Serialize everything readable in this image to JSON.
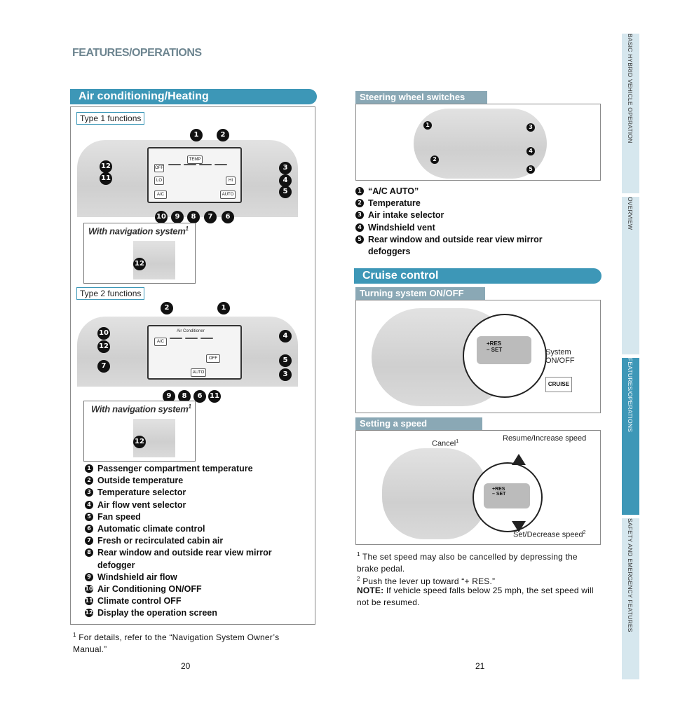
{
  "header": {
    "title": "FEATURES/OPERATIONS"
  },
  "left": {
    "banner": "Air conditioning/Heating",
    "type1_label": "Type 1 functions",
    "type2_label": "Type 2 functions",
    "nav_title": "With navigation system",
    "nav_sup": "1",
    "items": [
      {
        "n": "1",
        "text": "Passenger compartment temperature"
      },
      {
        "n": "2",
        "text": "Outside temperature"
      },
      {
        "n": "3",
        "text": "Temperature selector"
      },
      {
        "n": "4",
        "text": "Air flow vent selector"
      },
      {
        "n": "5",
        "text": "Fan speed"
      },
      {
        "n": "6",
        "text": "Automatic climate control"
      },
      {
        "n": "7",
        "text": "Fresh or recirculated cabin air"
      },
      {
        "n": "8",
        "text": "Rear window and outside rear view mirror defogger"
      },
      {
        "n": "9",
        "text": "Windshield air flow"
      },
      {
        "n": "10",
        "text": "Air Conditioning ON/OFF"
      },
      {
        "n": "11",
        "text": "Climate control OFF"
      },
      {
        "n": "12",
        "text": "Display the operation screen"
      }
    ],
    "footnote_sup": "1",
    "footnote": "For details, refer to the “Navigation System Owner’s Manual.”",
    "page": "20"
  },
  "right": {
    "steering_banner": "Steering wheel switches",
    "steering_items": [
      {
        "n": "1",
        "text": "“A/C AUTO”"
      },
      {
        "n": "2",
        "text": "Temperature"
      },
      {
        "n": "3",
        "text": "Air intake selector"
      },
      {
        "n": "4",
        "text": "Windshield vent"
      },
      {
        "n": "5",
        "text": "Rear window and outside rear view mirror defoggers"
      }
    ],
    "cruise_banner": "Cruise control",
    "turning_banner": "Turning system ON/OFF",
    "system_label": "System ON/OFF",
    "cruise_indicator": "CRUISE",
    "lever_res": "+RES",
    "lever_set": "– SET",
    "setting_banner": "Setting a speed",
    "resume_label": "Resume/Increase speed",
    "cancel_label": "Cancel",
    "cancel_sup": "1",
    "decrease_label": "Set/Decrease speed",
    "decrease_sup": "2",
    "note1_sup": "1",
    "note1": "The set speed may also be cancelled by depressing the brake pedal.",
    "note2_sup": "2",
    "note2": "Push the lever up toward “+ RES.”",
    "note3_label": "NOTE:",
    "note3": "If vehicle speed falls below 25 mph, the set speed will not be resumed.",
    "page": "21"
  },
  "side_tabs": [
    "BASIC HYBRID VEHICLE OPERATION",
    "OVERVIEW",
    "FEATURES/OPERATIONS",
    "SAFETY AND EMERGENCY FEATURES"
  ],
  "screen_text": {
    "t1_off": "OFF",
    "t1_lo": "LO",
    "t1_hi": "HI",
    "t1_ac": "A/C",
    "t1_auto": "AUTO",
    "t1_temp": "TEMP",
    "t2_title": "Air Conditioner",
    "t2_off": "OFF",
    "t2_auto": "AUTO",
    "t2_ac": "A/C"
  },
  "colors": {
    "accent": "#3d97b7",
    "subbanner": "#8aa8b5",
    "tab_inactive": "#d6e7ee"
  }
}
